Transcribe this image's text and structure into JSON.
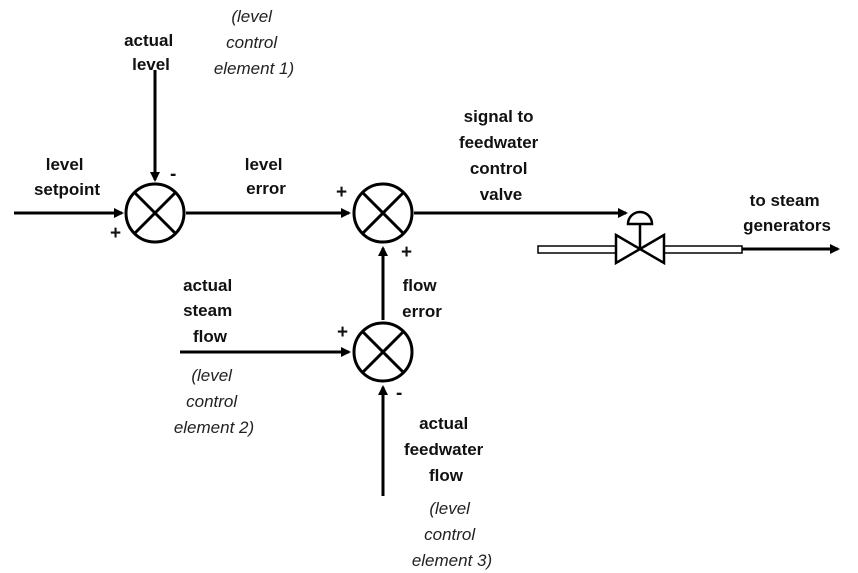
{
  "labels": {
    "level_setpoint": [
      "level",
      "setpoint"
    ],
    "actual_level": [
      "actual",
      "level"
    ],
    "level_error": [
      "level",
      "error"
    ],
    "signal": [
      "signal to",
      "feedwater",
      "control",
      "valve"
    ],
    "to_steam": [
      "to steam",
      "generators"
    ],
    "actual_steam_flow": [
      "actual",
      "steam",
      "flow"
    ],
    "flow_error": [
      "flow",
      "error"
    ],
    "actual_feedwater_flow": [
      "actual",
      "feedwater",
      "flow"
    ]
  },
  "annotations": {
    "element1": [
      "(level",
      "control",
      "element 1)"
    ],
    "element2": [
      "(level",
      "control",
      "element 2)"
    ],
    "element3": [
      "(level",
      "control",
      "element 3)"
    ]
  },
  "signs": {
    "j1_in": "+",
    "j1_top": "-",
    "j2_in": "+",
    "j2_bottom": "+",
    "j3_in": "+",
    "j3_bottom": "-"
  }
}
